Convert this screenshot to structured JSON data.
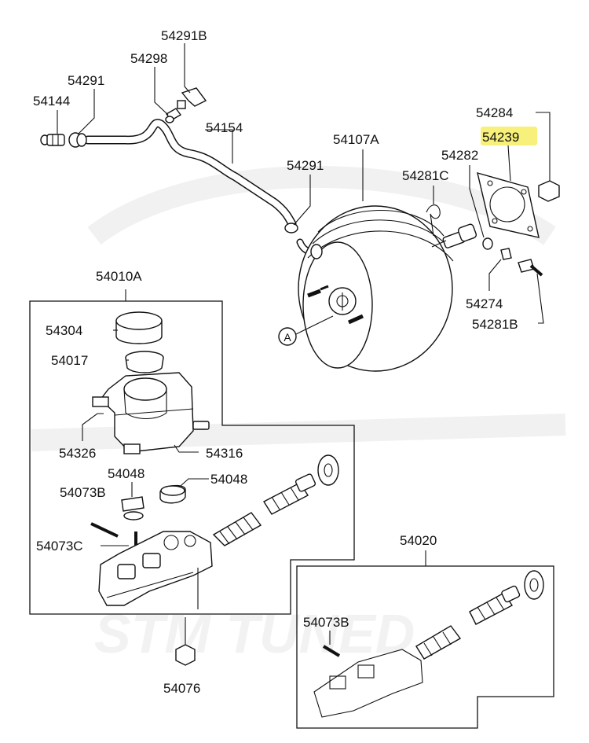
{
  "labels": {
    "p54291B": "54291B",
    "p54298": "54298",
    "p54291_top": "54291",
    "p54144": "54144",
    "p54154": "54154",
    "p54107A": "54107A",
    "p54291_mid": "54291",
    "p54284": "54284",
    "p54239": "54239",
    "p54282": "54282",
    "p54281C": "54281C",
    "p54274": "54274",
    "p54281B": "54281B",
    "p54010A": "54010A",
    "p54304": "54304",
    "p54017": "54017",
    "p54326": "54326",
    "p54316": "54316",
    "p54048_a": "54048",
    "p54048_b": "54048",
    "p54073B_a": "54073B",
    "p54073C": "54073C",
    "p54076": "54076",
    "p54020": "54020",
    "p54073B_b": "54073B",
    "callout_A": "A"
  },
  "watermark": "STM TUNED",
  "highlight_color": "#f7f07a"
}
